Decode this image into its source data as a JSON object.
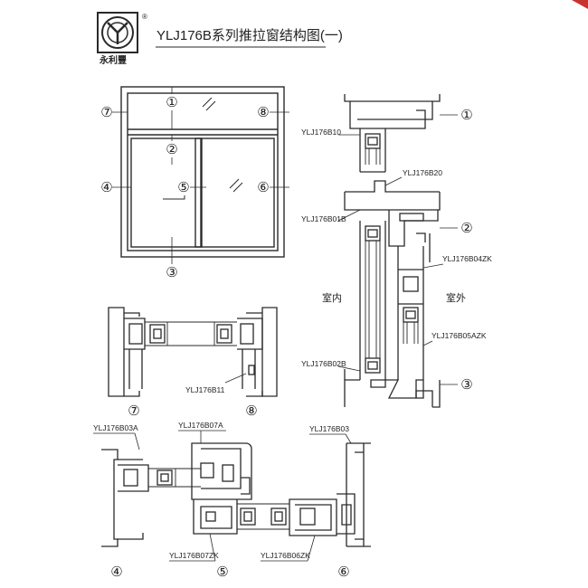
{
  "header": {
    "brand": "永利豐",
    "title": "YLJ176B系列推拉窗结构图(一)",
    "registered_mark": "®"
  },
  "callouts": {
    "c1": "①",
    "c2": "②",
    "c3": "③",
    "c4": "④",
    "c5": "⑤",
    "c6": "⑥",
    "c7": "⑦",
    "c8": "⑧"
  },
  "vertical_section": {
    "labels": {
      "b10": "YLJ176B10",
      "b20": "YLJ176B20",
      "b01b": "YLJ176B01B",
      "b04zk": "YLJ176B04ZK",
      "b05azk": "YLJ176B05AZK",
      "b02b": "YLJ176B02B"
    },
    "indoor": "室内",
    "outdoor": "室外"
  },
  "section_78": {
    "b11": "YLJ176B11"
  },
  "horizontal_section": {
    "labels": {
      "b03a": "YLJ176B03A",
      "b07a": "YLJ176B07A",
      "b03": "YLJ176B03",
      "b07zk": "YLJ176B07ZK",
      "b06zk": "YLJ176B06ZK"
    }
  },
  "colors": {
    "line": "#2a2a2a",
    "ink": "#222222"
  }
}
